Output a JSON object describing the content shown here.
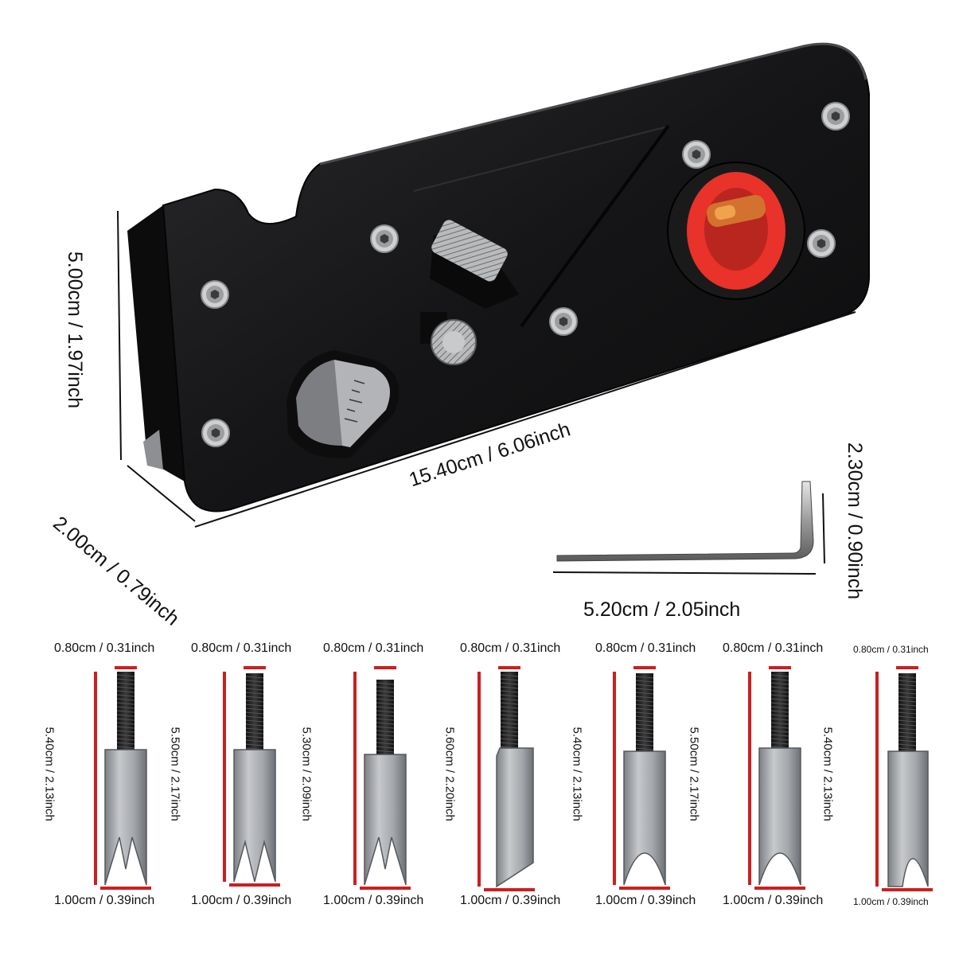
{
  "planer": {
    "height_label": "5.00cm / 1.97inch",
    "depth_label": "2.00cm / 0.79inch",
    "length_label": "15.40cm / 6.06inch"
  },
  "wrench": {
    "height_label": "2.30cm / 0.90inch",
    "length_label": "5.20cm / 2.05inch"
  },
  "bits": [
    {
      "top_label": "0.80cm / 0.31inch",
      "length_label": "5.40cm / 2.13inch",
      "bottom_label": "1.00cm / 0.39inch"
    },
    {
      "top_label": "0.80cm / 0.31inch",
      "length_label": "5.50cm / 2.17inch",
      "bottom_label": "1.00cm / 0.39inch"
    },
    {
      "top_label": "0.80cm / 0.31inch",
      "length_label": "5.30cm / 2.09inch",
      "bottom_label": "1.00cm / 0.39inch"
    },
    {
      "top_label": "0.80cm / 0.31inch",
      "length_label": "5.60cm / 2.20inch",
      "bottom_label": "1.00cm / 0.39inch"
    },
    {
      "top_label": "0.80cm / 0.31inch",
      "length_label": "5.40cm / 2.13inch",
      "bottom_label": "1.00cm / 0.39inch"
    },
    {
      "top_label": "0.80cm / 0.31inch",
      "length_label": "5.50cm / 2.17inch",
      "bottom_label": "1.00cm / 0.39inch"
    },
    {
      "top_label": "0.80cm / 0.31inch",
      "length_label": "5.40cm / 2.13inch",
      "bottom_label": "1.00cm / 0.39inch"
    }
  ],
  "colors": {
    "body": "#1c1c1e",
    "accent_red": "#e8322a",
    "marker_red": "#cc1f1f",
    "steel": "#a9abae"
  }
}
